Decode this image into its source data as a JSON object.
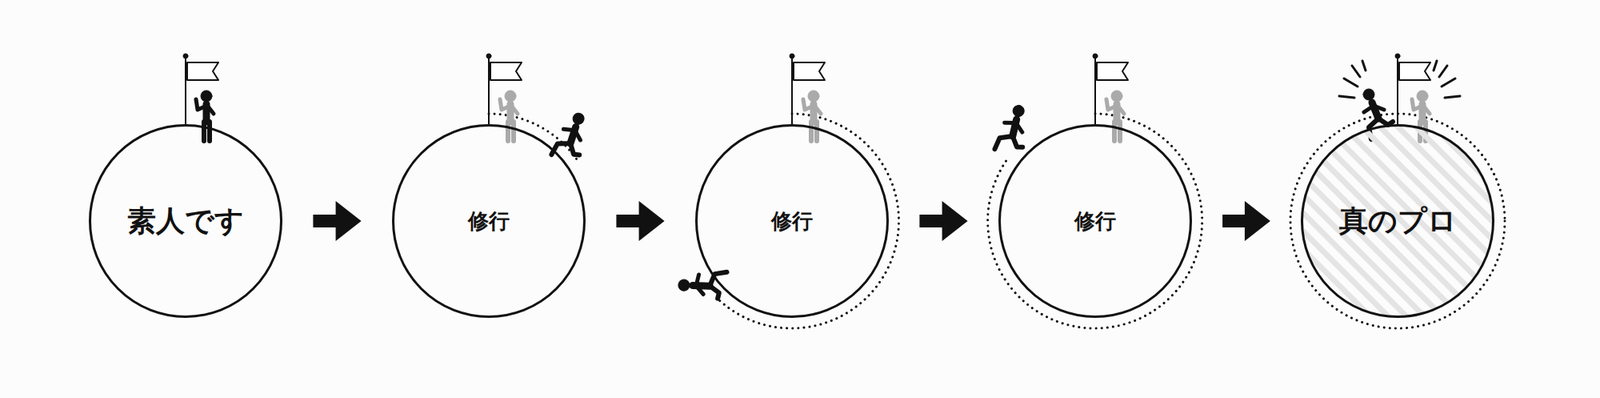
{
  "diagram": {
    "nodes": [
      {
        "text": [
          "素人です"
        ]
      },
      {
        "text": [
          "修行"
        ]
      },
      {
        "text": [
          "修行"
        ]
      },
      {
        "text": [
          "修行"
        ]
      },
      {
        "text": [
          "真のプロ"
        ]
      }
    ],
    "edges": [
      {
        "from": 0,
        "to": 1,
        "arrow": "to"
      },
      {
        "from": 1,
        "to": 2,
        "arrow": "to"
      },
      {
        "from": 2,
        "to": 3,
        "arrow": "to"
      },
      {
        "from": 3,
        "to": 4,
        "arrow": "to"
      }
    ]
  }
}
